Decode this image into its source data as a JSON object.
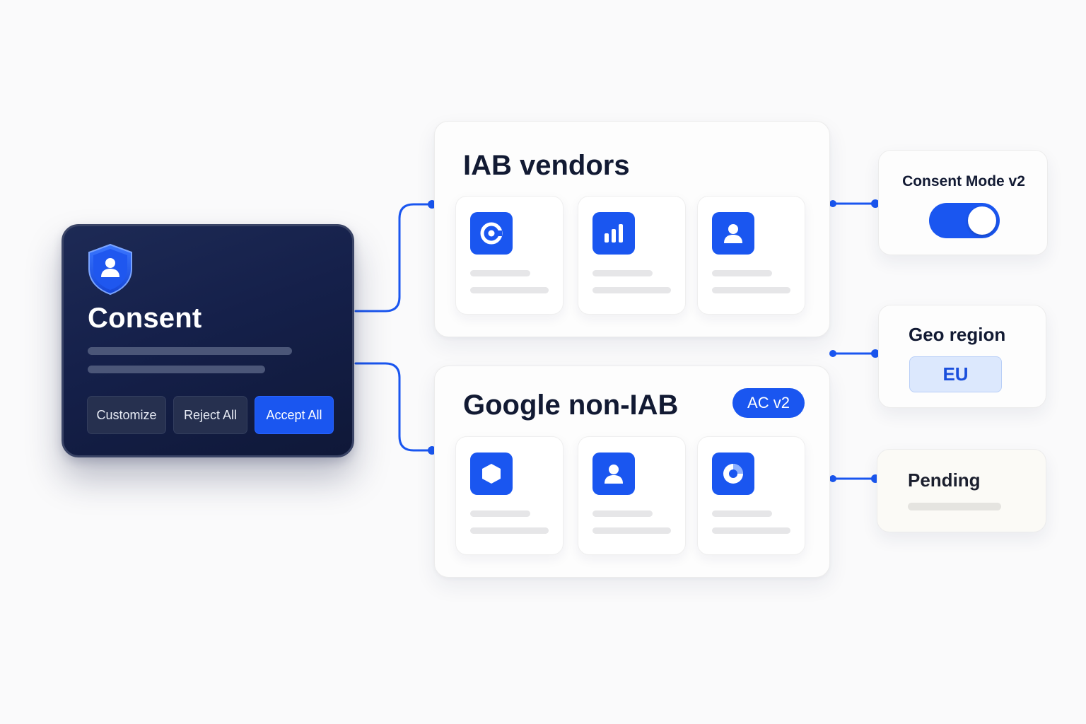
{
  "consent": {
    "title": "Consent",
    "buttons": {
      "customize": "Customize",
      "reject_all": "Reject All",
      "accept_all": "Accept All"
    }
  },
  "groups": {
    "iab": {
      "title": "IAB vendors",
      "vendors": [
        {
          "icon": "target-icon"
        },
        {
          "icon": "bar-chart-icon"
        },
        {
          "icon": "user-icon"
        }
      ]
    },
    "google": {
      "title": "Google non-IAB",
      "badge": "AC v2",
      "vendors": [
        {
          "icon": "hexagon-icon"
        },
        {
          "icon": "user-icon"
        },
        {
          "icon": "pie-chart-icon"
        }
      ]
    }
  },
  "status": {
    "consent_mode": {
      "label": "Consent Mode v2",
      "enabled": true
    },
    "geo_region": {
      "label": "Geo region",
      "value": "EU"
    },
    "pending": {
      "label": "Pending"
    }
  },
  "colors": {
    "accent": "#1a56f0",
    "consent_card_bg": "#15204a",
    "geo_chip_bg": "#dce8fd",
    "placeholder_line": "#e6e6e8"
  }
}
